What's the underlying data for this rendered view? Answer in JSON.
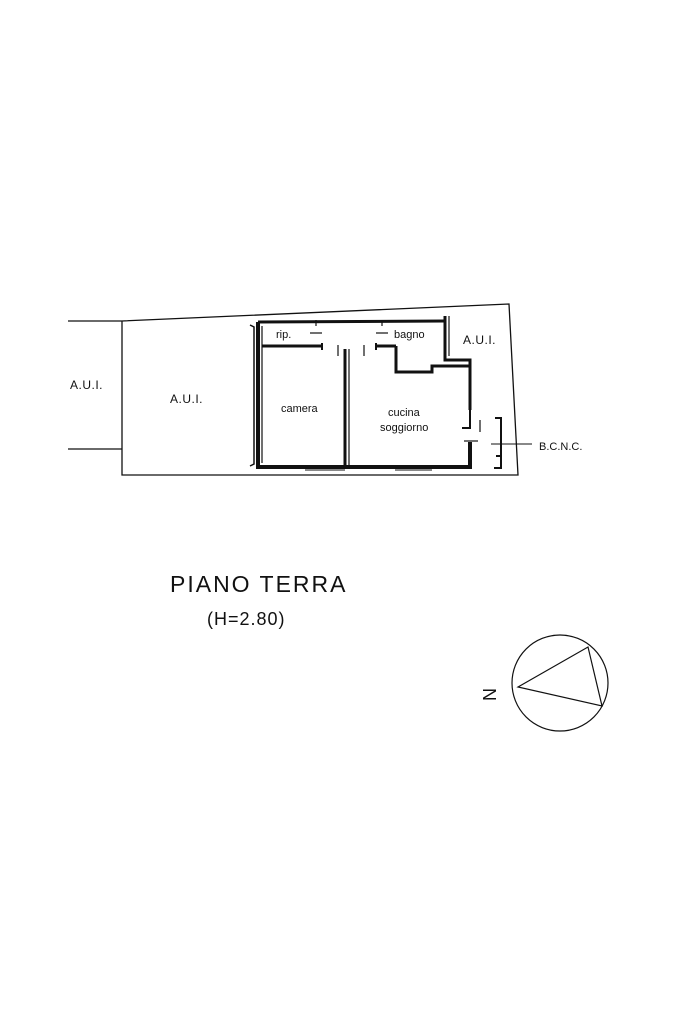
{
  "plan": {
    "title": "PIANO TERRA",
    "height_note": "(H=2.80)",
    "labels": {
      "aui_left": "A.U.I.",
      "aui_mid": "A.U.I.",
      "aui_right": "A.U.I.",
      "rip": "rip.",
      "bagno": "bagno",
      "camera": "camera",
      "cucina": "cucina",
      "soggiorno": "soggiorno",
      "bcnc": "B.C.N.C."
    },
    "north_label": "N"
  }
}
